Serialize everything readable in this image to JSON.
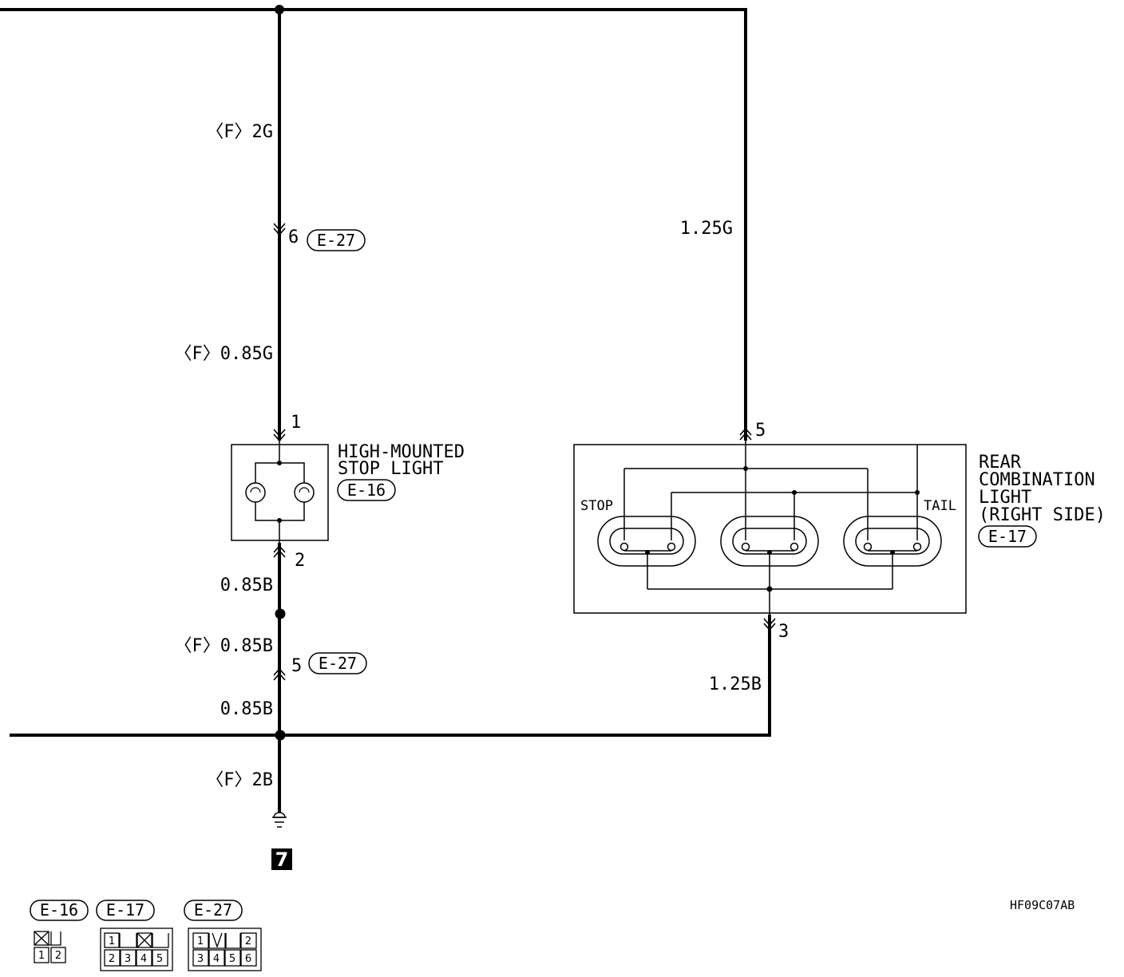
{
  "wires": {
    "left_upper": "〈F〉2G",
    "left_mid": "〈F〉0.85G",
    "left_below_light": "0.85B",
    "left_lower_f": "〈F〉0.85B",
    "left_lower": "0.85B",
    "left_ground": "〈F〉2B",
    "right_upper": "1.25G",
    "right_lower": "1.25B"
  },
  "pins": {
    "e27_upper": "6",
    "hm_in": "1",
    "hm_out": "2",
    "e27_lower": "5",
    "rc_in": "5",
    "rc_out": "3"
  },
  "connectors": {
    "e27": "E-27",
    "e16": "E-16",
    "e17": "E-17"
  },
  "components": {
    "high_mount_line1": "HIGH-MOUNTED",
    "high_mount_line2": "STOP LIGHT",
    "rear_combo_line1": "REAR",
    "rear_combo_line2": "COMBINATION",
    "rear_combo_line3": "LIGHT",
    "rear_combo_line4": "(RIGHT SIDE)",
    "stop": "STOP",
    "tail": "TAIL"
  },
  "ground_id": "7",
  "diagram_code": "HF09C07AB",
  "legend": {
    "e16_top": [
      "",
      ""
    ],
    "e16_bottom": [
      "1",
      "2"
    ],
    "e17_top": [
      "1",
      "",
      ""
    ],
    "e17_bottom": [
      "2",
      "3",
      "4",
      "5"
    ],
    "e27_top": [
      "1",
      "",
      "2"
    ],
    "e27_bottom": [
      "3",
      "4",
      "5",
      "6"
    ]
  }
}
